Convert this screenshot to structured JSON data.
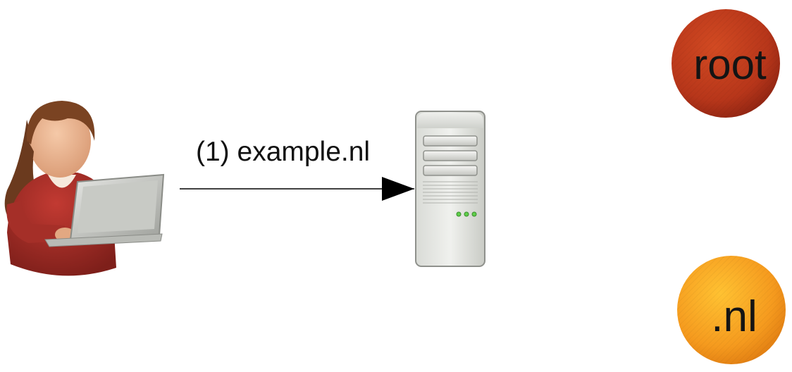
{
  "diagram": {
    "query": {
      "label": "(1) example.nl"
    },
    "nodes": {
      "user": {
        "icon": "user-with-laptop-icon"
      },
      "resolver": {
        "icon": "server-tower-icon"
      },
      "root": {
        "label": "root",
        "color": "#b7361a"
      },
      "tld": {
        "label": ".nl",
        "color": "#f59a1e"
      }
    }
  }
}
